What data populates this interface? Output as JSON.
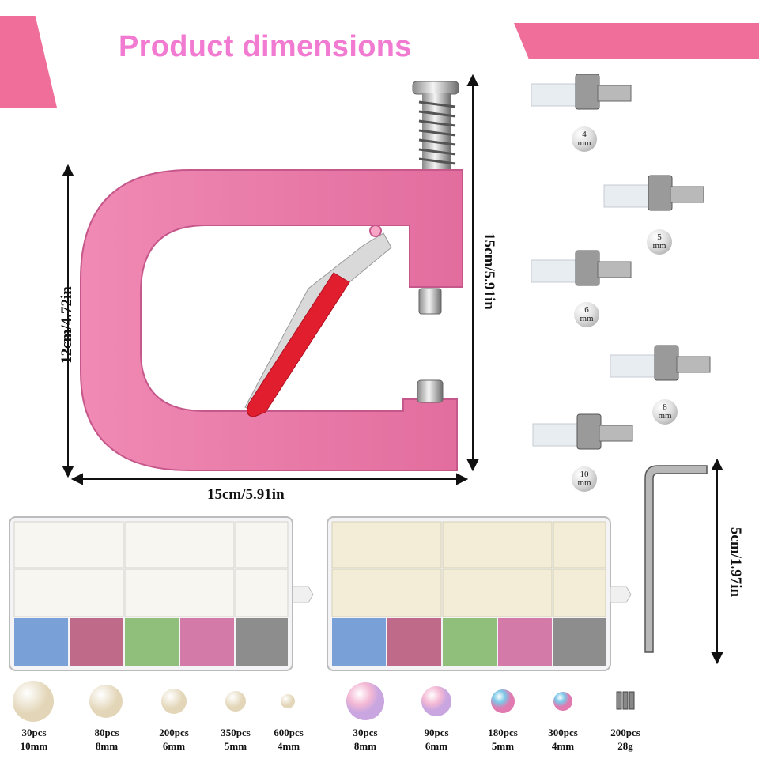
{
  "title": "Product dimensions",
  "dims": {
    "tool_height": "12cm/4.72in",
    "tool_width": "15cm/5.91in",
    "tool_right_height": "15cm/5.91in",
    "wrench_height": "5cm/1.97in"
  },
  "dies": [
    {
      "num": "4",
      "unit": "mm"
    },
    {
      "num": "5",
      "unit": "mm"
    },
    {
      "num": "6",
      "unit": "mm"
    },
    {
      "num": "8",
      "unit": "mm"
    },
    {
      "num": "10",
      "unit": "mm"
    }
  ],
  "items": [
    {
      "count": "30pcs",
      "size": "10mm"
    },
    {
      "count": "80pcs",
      "size": "8mm"
    },
    {
      "count": "200pcs",
      "size": "6mm"
    },
    {
      "count": "350pcs",
      "size": "5mm"
    },
    {
      "count": "600pcs",
      "size": "4mm"
    },
    {
      "count": "30pcs",
      "size": "8mm"
    },
    {
      "count": "90pcs",
      "size": "6mm"
    },
    {
      "count": "180pcs",
      "size": "5mm"
    },
    {
      "count": "300pcs",
      "size": "4mm"
    },
    {
      "count": "200pcs",
      "size": "28g"
    }
  ],
  "colors": {
    "accent": "#ef6f9a",
    "title": "#f27bd2",
    "tool": "#e977a5",
    "handle": "#e01e2e"
  }
}
